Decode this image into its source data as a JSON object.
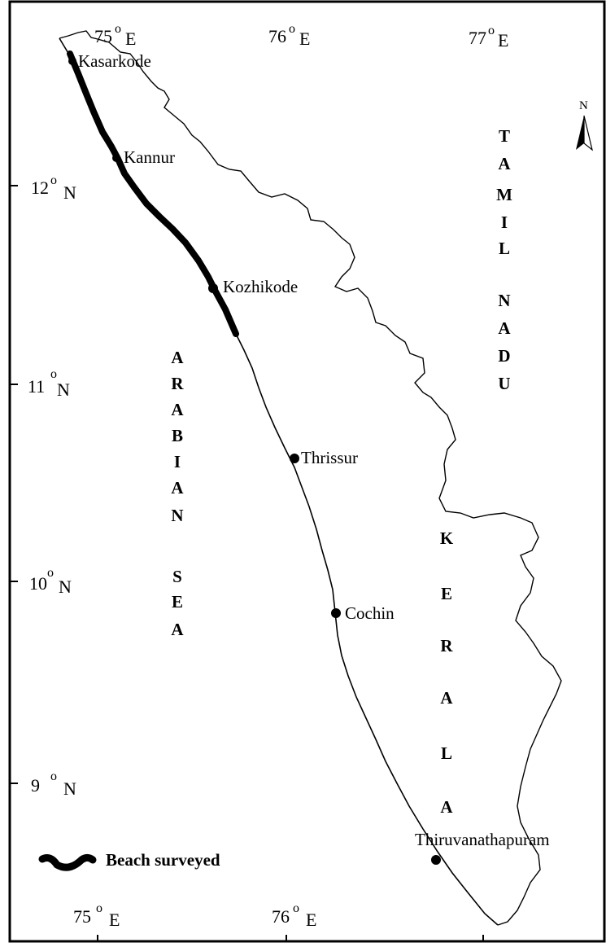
{
  "map": {
    "top_longitudes": [
      "75",
      "76",
      "77"
    ],
    "bottom_longitudes": [
      "75",
      "76"
    ],
    "longitude_suffix": "E",
    "latitudes": [
      "12",
      "11",
      "10",
      "9"
    ],
    "latitude_suffix": "N",
    "degree_symbol": "o",
    "north_label": "N",
    "cities": [
      "Kasarkode",
      "Kannur",
      "Kozhikode",
      "Thrissur",
      "Cochin",
      "Thiruvanathapuram"
    ],
    "sea_label": [
      "A",
      "R",
      "A",
      "B",
      "I",
      "A",
      "N",
      "S",
      "E",
      "A"
    ],
    "tamil_nadu_label": [
      "T",
      "A",
      "M",
      "I",
      "L",
      "N",
      "A",
      "D",
      "U"
    ],
    "kerala_label": [
      "K",
      "E",
      "R",
      "A",
      "L",
      "A"
    ],
    "legend": {
      "label": "Beach surveyed"
    }
  }
}
